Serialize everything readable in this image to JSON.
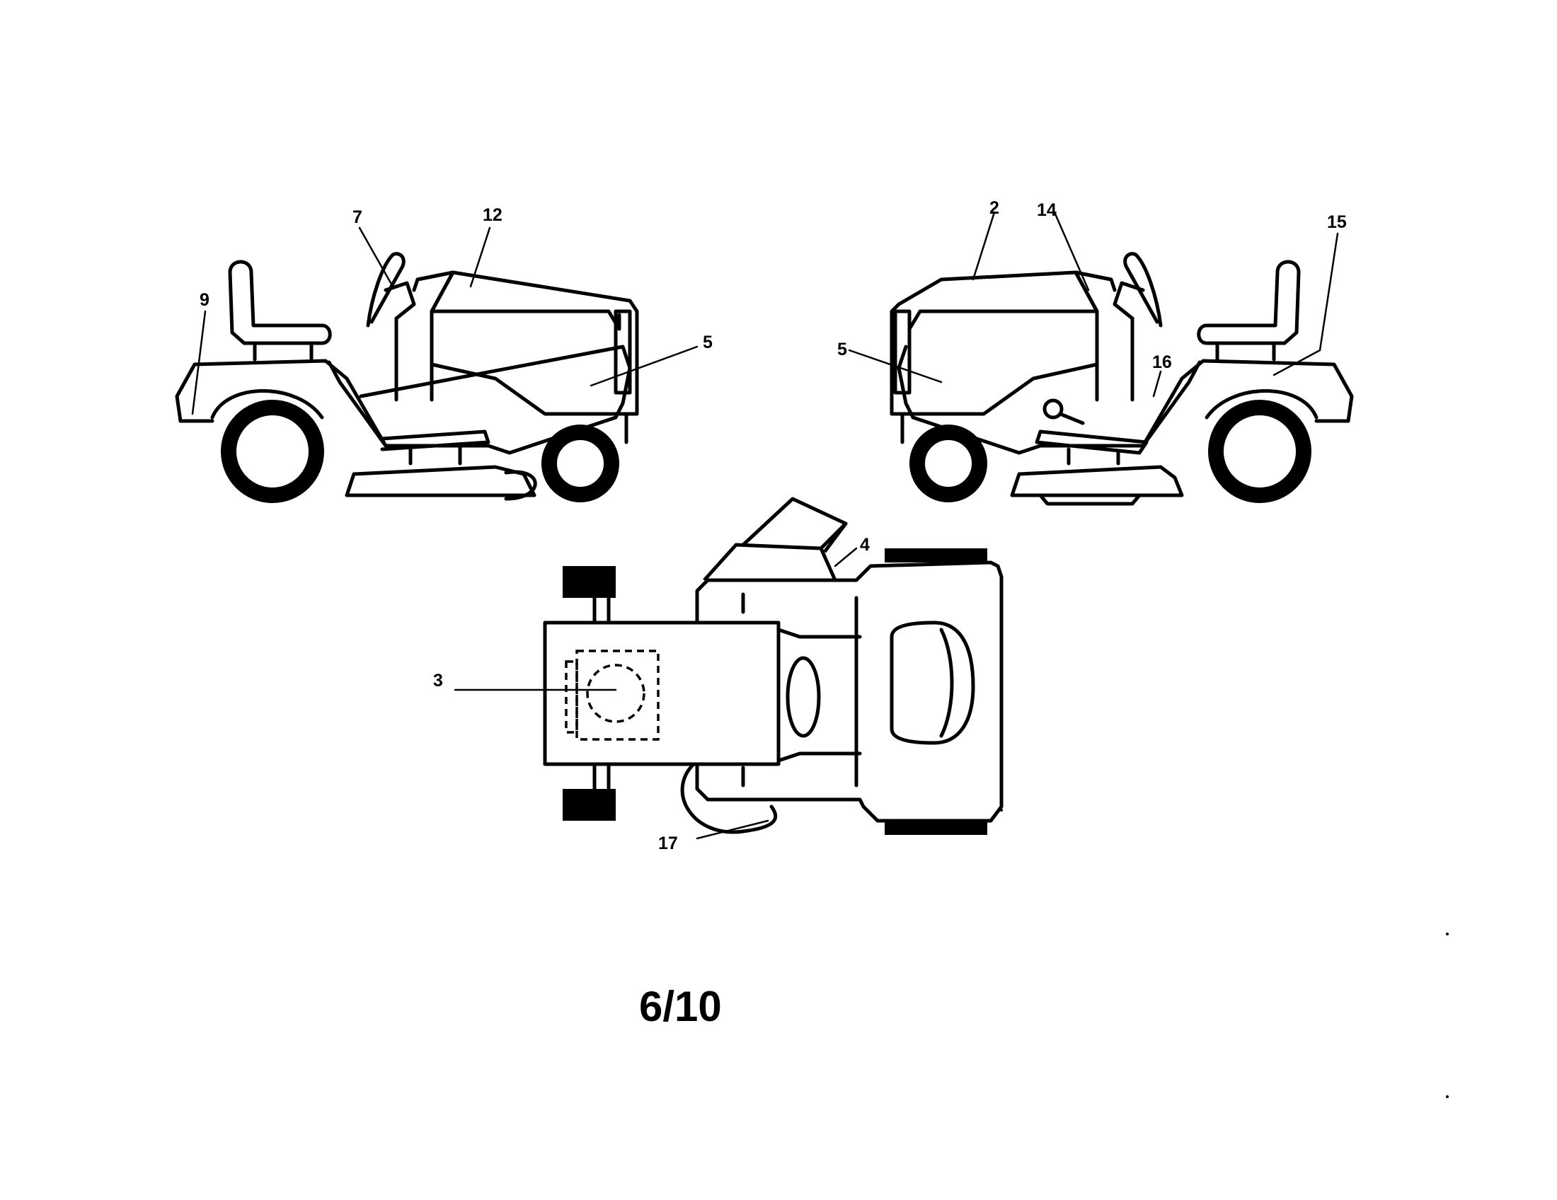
{
  "callouts": {
    "left_seat": "9",
    "left_steering": "7",
    "left_hood": "12",
    "left_side": "5",
    "right_hood_top": "2",
    "right_hood_side": "14",
    "right_fender": "15",
    "right_footrest": "16",
    "right_side": "5",
    "top_chute": "4",
    "top_hood": "3",
    "top_bag": "17"
  },
  "page_number": "6/10"
}
